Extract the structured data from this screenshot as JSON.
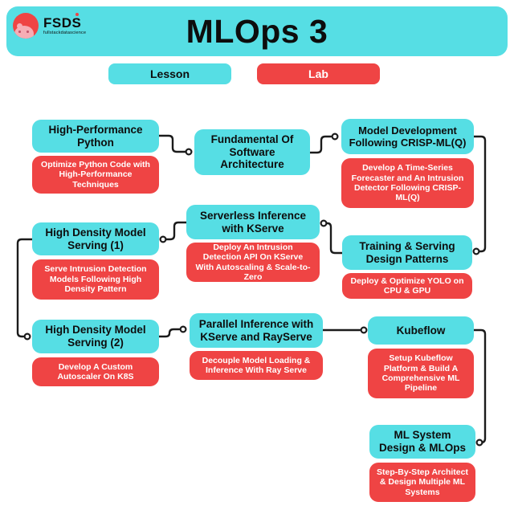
{
  "header": {
    "title": "MLOps 3",
    "logo": {
      "abbr": "FSDS",
      "subtitle": "fullstackdatascience"
    }
  },
  "legend": {
    "lesson_label": "Lesson",
    "lab_label": "Lab"
  },
  "colors": {
    "lesson_cyan": "#56DEE4",
    "lab_red": "#EF4444",
    "text_dark": "#0d0d0d",
    "text_light": "#ffffff",
    "connector": "#1b1b1b",
    "background": "#ffffff"
  },
  "nodes": [
    {
      "id": "high-performance-python",
      "lesson": "High-Performance Python",
      "lab": "Optimize Python Code with High-Performance Techniques"
    },
    {
      "id": "fundamental-software-architecture",
      "lesson": "Fundamental Of Software Architecture",
      "lab": ""
    },
    {
      "id": "model-development-crisp-mlq",
      "lesson": "Model Development Following CRISP-ML(Q)",
      "lab": "Develop A Time-Series Forecaster and An Intrusion Detector Following CRISP-ML(Q)"
    },
    {
      "id": "serverless-inference-kserve",
      "lesson": "Serverless Inference with KServe",
      "lab": "Deploy An Intrusion Detection API On KServe With Autoscaling & Scale-to-Zero"
    },
    {
      "id": "high-density-model-serving-1",
      "lesson": "High Density Model Serving (1)",
      "lab": "Serve Intrusion Detection Models Following High Density Pattern"
    },
    {
      "id": "training-serving-design-patterns",
      "lesson": "Training & Serving Design Patterns",
      "lab": "Deploy & Optimize YOLO on CPU & GPU"
    },
    {
      "id": "high-density-model-serving-2",
      "lesson": "High Density Model Serving (2)",
      "lab": "Develop A Custom Autoscaler On K8S"
    },
    {
      "id": "parallel-inference-kserve-rayserve",
      "lesson": "Parallel Inference with KServe and RayServe",
      "lab": "Decouple Model Loading & Inference With Ray Serve"
    },
    {
      "id": "kubeflow",
      "lesson": "Kubeflow",
      "lab": "Setup Kubeflow Platform & Build A Comprehensive ML Pipeline"
    },
    {
      "id": "ml-system-design-mlops",
      "lesson": "ML System Design & MLOps",
      "lab": "Step-By-Step Architect & Design Multiple ML Systems"
    }
  ],
  "flow_order": [
    "high-performance-python",
    "fundamental-software-architecture",
    "model-development-crisp-mlq",
    "training-serving-design-patterns",
    "serverless-inference-kserve",
    "high-density-model-serving-1",
    "high-density-model-serving-2",
    "parallel-inference-kserve-rayserve",
    "kubeflow",
    "ml-system-design-mlops"
  ]
}
